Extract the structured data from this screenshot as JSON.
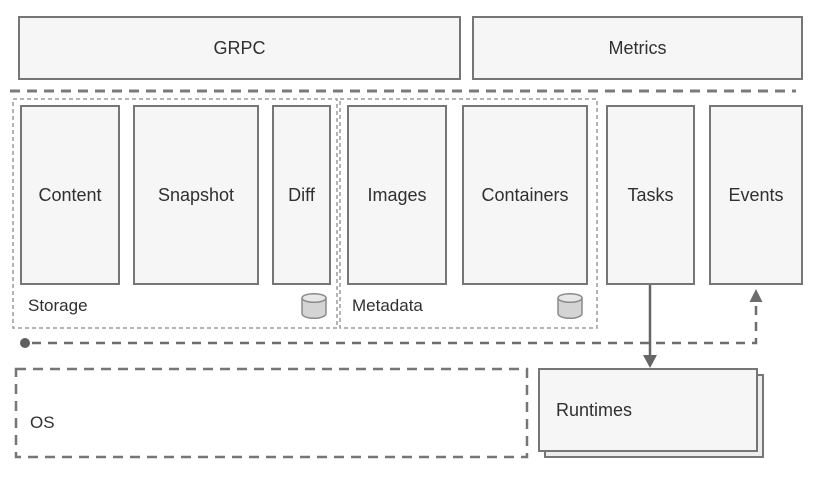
{
  "boxes": {
    "grpc": "GRPC",
    "metrics": "Metrics",
    "content": "Content",
    "snapshot": "Snapshot",
    "diff": "Diff",
    "images": "Images",
    "containers": "Containers",
    "tasks": "Tasks",
    "events": "Events",
    "runtimes": "Runtimes"
  },
  "groups": {
    "storage": {
      "label": "Storage",
      "icon": "database-icon",
      "children": [
        "Content",
        "Snapshot",
        "Diff"
      ]
    },
    "metadata": {
      "label": "Metadata",
      "icon": "database-icon",
      "children": [
        "Images",
        "Containers"
      ]
    },
    "os": {
      "label": "OS"
    }
  },
  "connections": [
    {
      "from": "Tasks",
      "to": "Runtimes",
      "style": "solid",
      "arrow": "down"
    },
    {
      "from": "left-dot",
      "to": "Events",
      "style": "dashed",
      "arrow": "up",
      "start_endpoint": "dot"
    }
  ],
  "colors": {
    "background": "#ffffff",
    "box_fill": "#f6f6f6",
    "box_border": "#767676",
    "group_dash": "#9c9c9c",
    "line": "#6d6d6d",
    "text": "#303030",
    "cylinder_fill": "#d4d4d4"
  }
}
